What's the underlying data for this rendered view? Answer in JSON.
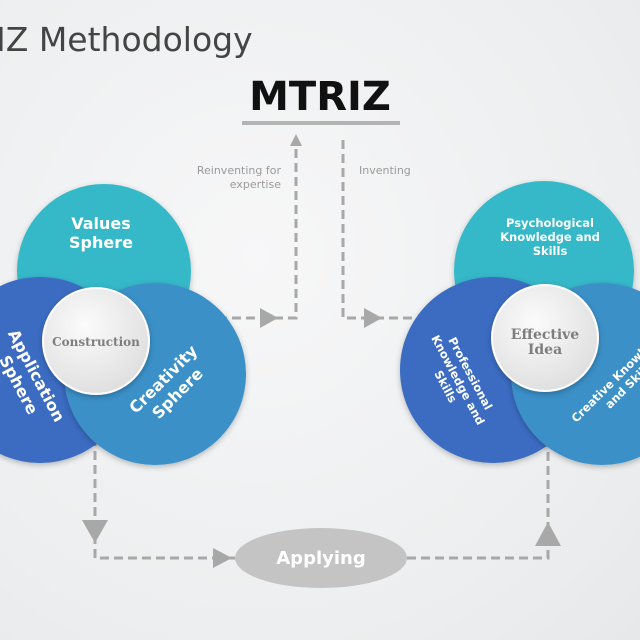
{
  "slide_title": "IZ Methodology",
  "heading": "MTRIZ",
  "labels": {
    "reinventing_line1": "Reinventing for",
    "reinventing_line2": "expertise",
    "inventing": "Inventing"
  },
  "left_cluster": {
    "top": [
      "Values",
      "Sphere"
    ],
    "left": [
      "Application",
      "Sphere"
    ],
    "right": [
      "Creativity",
      "Sphere"
    ],
    "center": "Construction"
  },
  "right_cluster": {
    "top": [
      "Psychological",
      "Knowledge and",
      "Skills"
    ],
    "left": [
      "Professional",
      "Knowledge and",
      "Skills"
    ],
    "right": [
      "Creative Knowledge",
      "and Skills"
    ],
    "center": [
      "Effective",
      "Idea"
    ]
  },
  "applying": "Applying",
  "colors": {
    "teal": "#35b8c8",
    "dark_blue": "#3a6cc2",
    "mid_blue": "#3a90c8",
    "arrow": "#a8a8a8"
  }
}
